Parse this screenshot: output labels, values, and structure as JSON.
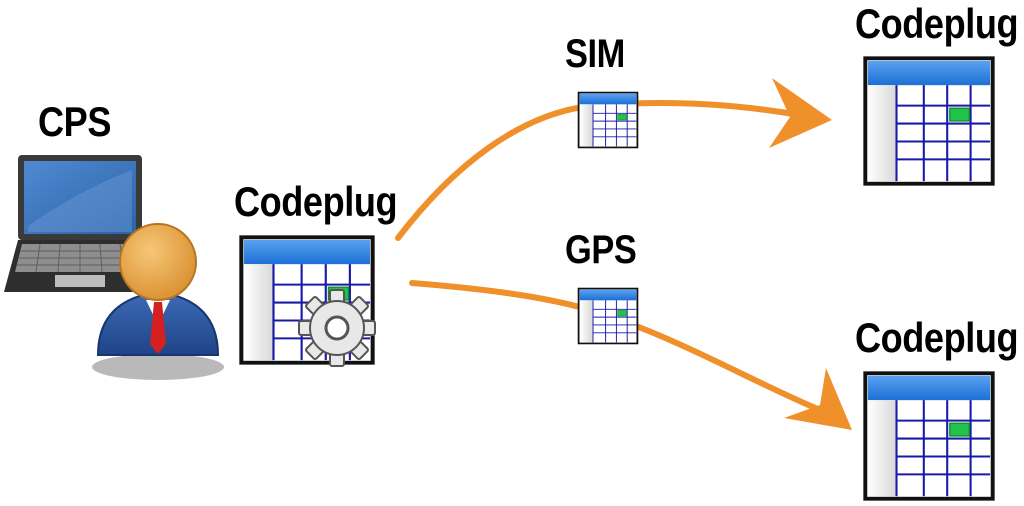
{
  "labels": {
    "cps": "CPS",
    "codeplug_source": "Codeplug",
    "sim": "SIM",
    "gps": "GPS",
    "codeplug_top": "Codeplug",
    "codeplug_bottom": "Codeplug"
  },
  "colors": {
    "arrow": "#f0902a",
    "sheet_header": "#1d6fd6",
    "grid": "#1a1aa8",
    "highlight_cell": "#21c448",
    "laptop_screen": "#3f78bb",
    "person_head": "#e7a64a",
    "person_suit": "#2b56a0",
    "tie": "#d42020"
  },
  "icons": [
    "laptop-icon",
    "user-icon",
    "spreadsheet-icon",
    "gear-icon",
    "arrow-icon"
  ]
}
